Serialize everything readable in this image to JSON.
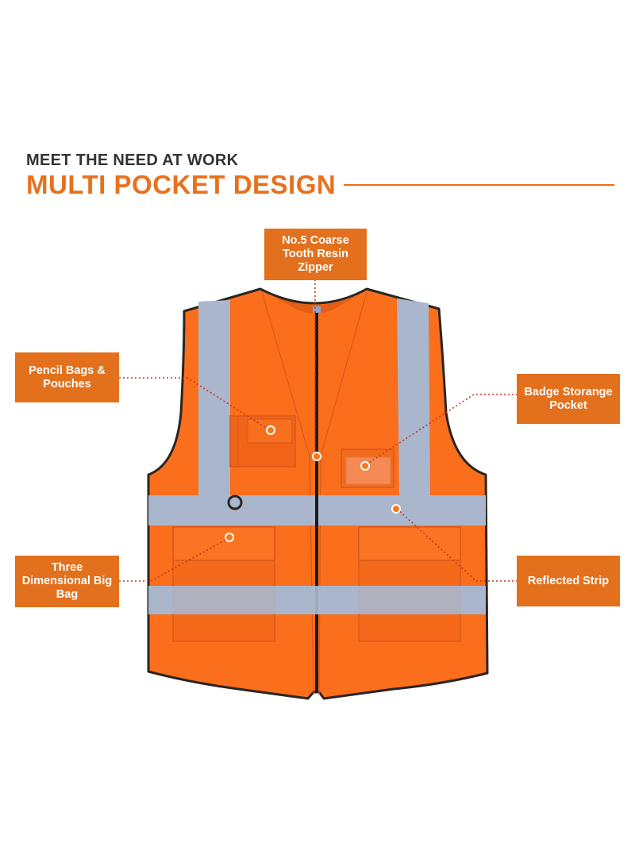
{
  "header": {
    "subtitle": "MEET THE NEED AT WORK",
    "title": "MULTI POCKET DESIGN"
  },
  "callouts": {
    "zipper": "No.5 Coarse Tooth Resin Zipper",
    "pencil": "Pencil Bags & Pouches",
    "badge": "Badge Storange Pocket",
    "bigbag": "Three Dimensional Big Bag",
    "strip": "Reflected Strip"
  },
  "colors": {
    "accent": "#e8711d",
    "vest": "#fb6e1c",
    "reflective": "#a9b6cc",
    "piping": "#2a2522"
  }
}
